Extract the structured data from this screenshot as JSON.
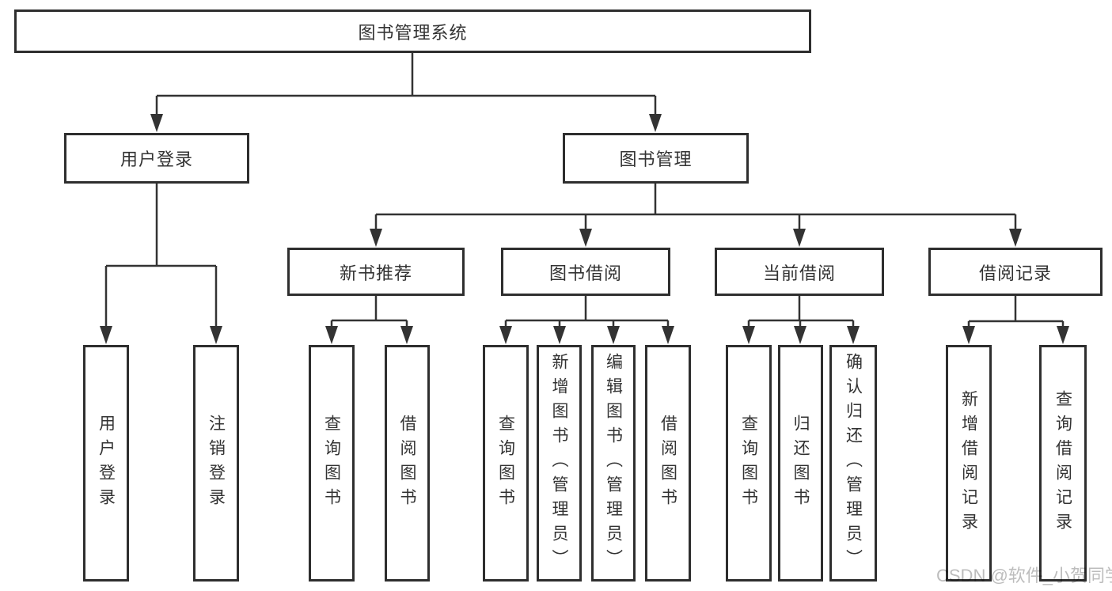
{
  "diagram_title": "图书管理系统",
  "tree": {
    "root": {
      "label": "图书管理系统"
    },
    "branches": [
      {
        "label": "用户登录",
        "children": [
          {
            "label": "用户登录"
          },
          {
            "label": "注销登录"
          }
        ]
      },
      {
        "label": "图书管理",
        "children": [
          {
            "label": "新书推荐",
            "children": [
              {
                "label": "查询图书"
              },
              {
                "label": "借阅图书"
              }
            ]
          },
          {
            "label": "图书借阅",
            "children": [
              {
                "label": "查询图书"
              },
              {
                "label": "新增图书（管理员）"
              },
              {
                "label": "编辑图书（管理员）"
              },
              {
                "label": "借阅图书"
              }
            ]
          },
          {
            "label": "当前借阅",
            "children": [
              {
                "label": "查询图书"
              },
              {
                "label": "归还图书"
              },
              {
                "label": "确认归还（管理员）"
              }
            ]
          },
          {
            "label": "借阅记录",
            "children": [
              {
                "label": "新增借阅记录"
              },
              {
                "label": "查询借阅记录"
              }
            ]
          }
        ]
      }
    ]
  },
  "watermark": "CSDN @软件_小贺同学",
  "colors": {
    "background": "#ffffff",
    "line": "#333333",
    "box_border": "#2e2e2e",
    "text": "#333333",
    "watermark": "#bdbdbd"
  }
}
